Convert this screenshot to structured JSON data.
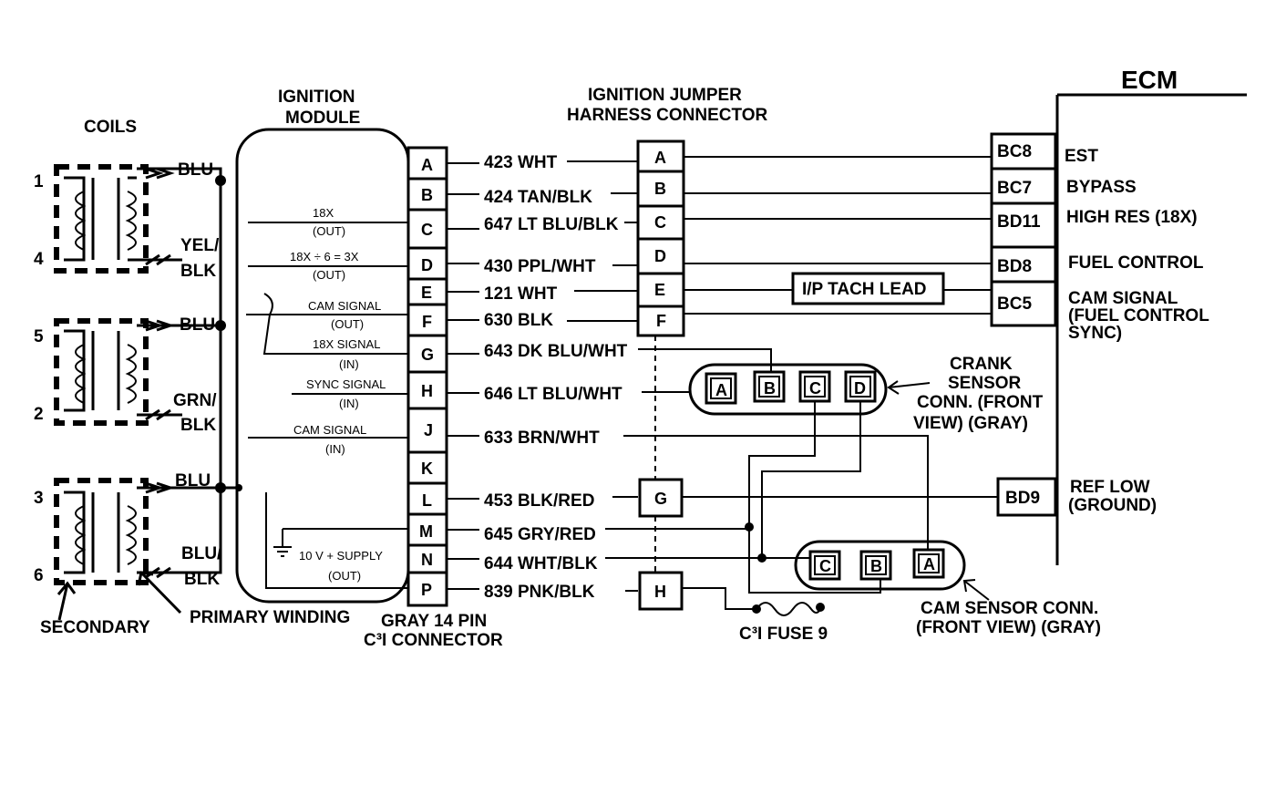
{
  "titles": {
    "ecm": "ECM",
    "coils": "COILS",
    "module_line1": "IGNITION",
    "module_line2": "MODULE",
    "jumper_line1": "IGNITION JUMPER",
    "jumper_line2": "HARNESS CONNECTOR",
    "connector_line1": "GRAY 14 PIN",
    "connector_line2": "C³I CONNECTOR",
    "secondary": "SECONDARY",
    "primary": "PRIMARY WINDING",
    "tach": "I/P TACH LEAD",
    "fuse": "C³I  FUSE 9"
  },
  "coils": {
    "numbers": [
      "1",
      "4",
      "5",
      "2",
      "3",
      "6"
    ],
    "wires": [
      "BLU",
      "YEL/",
      "BLK",
      "BLU",
      "GRN/",
      "BLK",
      "BLU",
      "BLU/",
      "BLK"
    ]
  },
  "module_pins": [
    "A",
    "B",
    "C",
    "D",
    "E",
    "F",
    "G",
    "H",
    "J",
    "K",
    "L",
    "M",
    "N",
    "P"
  ],
  "module_signals": [
    "18X",
    "(OUT)",
    "18X ÷ 6 = 3X",
    "(OUT)",
    "CAM SIGNAL",
    "(OUT)",
    "18X SIGNAL",
    "(IN)",
    "SYNC SIGNAL",
    "(IN)",
    "CAM SIGNAL",
    "(IN)",
    "10 V + SUPPLY",
    "(OUT)"
  ],
  "circuits": [
    "423 WHT",
    "424 TAN/BLK",
    "647 LT BLU/BLK",
    "430 PPL/WHT",
    "121 WHT",
    "630 BLK",
    "643 DK BLU/WHT",
    "646 LT BLU/WHT",
    "633 BRN/WHT",
    "453 BLK/RED",
    "645 GRY/RED",
    "644 WHT/BLK",
    "839 PNK/BLK"
  ],
  "jumper_pins": [
    "A",
    "B",
    "C",
    "D",
    "E",
    "F",
    "G",
    "H"
  ],
  "ecm_pins": [
    "BC8",
    "BC7",
    "BD11",
    "BD8",
    "BC5",
    "BD9"
  ],
  "ecm_functions": [
    "EST",
    "BYPASS",
    "HIGH RES (18X)",
    "FUEL CONTROL",
    "CAM SIGNAL",
    "(FUEL CONTROL",
    "SYNC)",
    "REF LOW",
    "(GROUND)"
  ],
  "crank_sensor": {
    "pins": [
      "A",
      "B",
      "C",
      "D"
    ],
    "label": [
      "CRANK",
      "SENSOR",
      "CONN. (FRONT",
      "VIEW) (GRAY)"
    ]
  },
  "cam_sensor": {
    "pins": [
      "C",
      "B",
      "A"
    ],
    "label": [
      "CAM SENSOR CONN.",
      "(FRONT VIEW) (GRAY)"
    ]
  }
}
